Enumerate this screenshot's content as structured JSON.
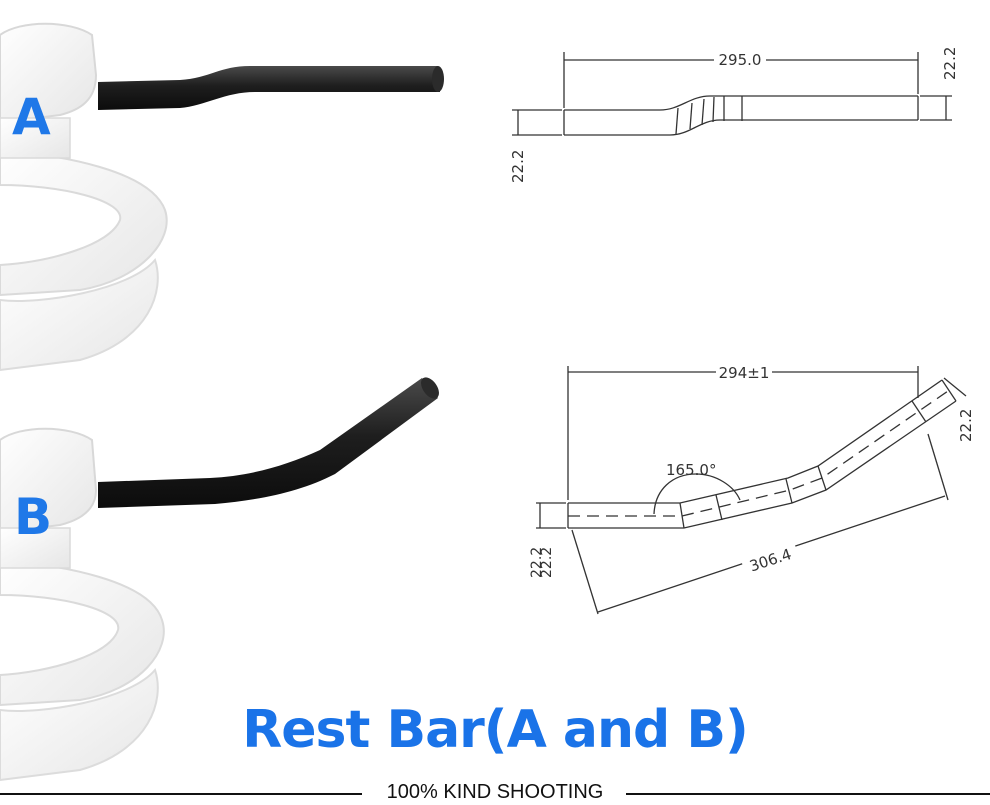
{
  "labels": {
    "a": "A",
    "b": "B"
  },
  "drawing_a": {
    "length": "295.0",
    "diameter_right": "22.2",
    "diameter_left": "22.2"
  },
  "drawing_b": {
    "length": "294±1",
    "diameter_right": "22.2",
    "diameter_left_1": "22.2",
    "diameter_left_2": "22.2",
    "angle": "165.0°",
    "total_length": "306.4"
  },
  "title": "Rest Bar(A and B)",
  "footer": "100% KIND SHOOTING",
  "colors": {
    "accent": "#1a73e8",
    "bar": "#222222",
    "line": "#222222"
  }
}
